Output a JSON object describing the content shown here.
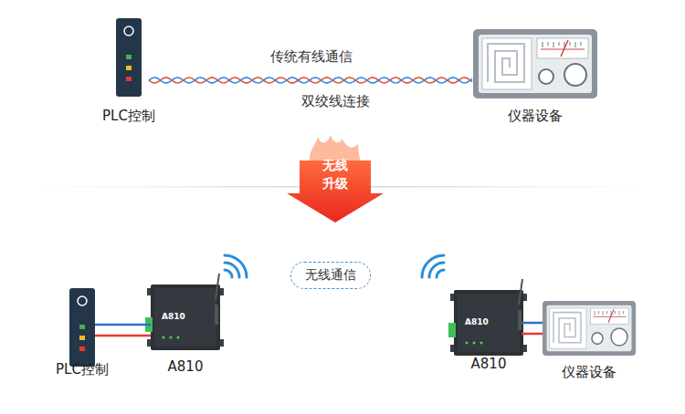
{
  "diagram": {
    "nodes": [
      {
        "text": [
          "PLC控制"
        ]
      },
      {
        "text": [
          "仪器设备"
        ]
      },
      {
        "text": [
          "无线 升级"
        ]
      },
      {
        "text": [
          "PLC控制"
        ]
      },
      {
        "text": [
          "A810",
          "A810"
        ]
      },
      {
        "text": [
          "无线通信"
        ]
      },
      {
        "text": [
          "A810",
          "A810"
        ]
      },
      {
        "text": [
          "仪器设备"
        ]
      }
    ],
    "edges": [
      {
        "from": 0,
        "to": 1,
        "arrow": "none",
        "label": "传统有线通信"
      },
      {
        "from": 3,
        "to": 4,
        "arrow": "none"
      },
      {
        "from": 6,
        "to": 7,
        "arrow": "none"
      }
    ],
    "labels": [
      "双绞线连接"
    ]
  }
}
